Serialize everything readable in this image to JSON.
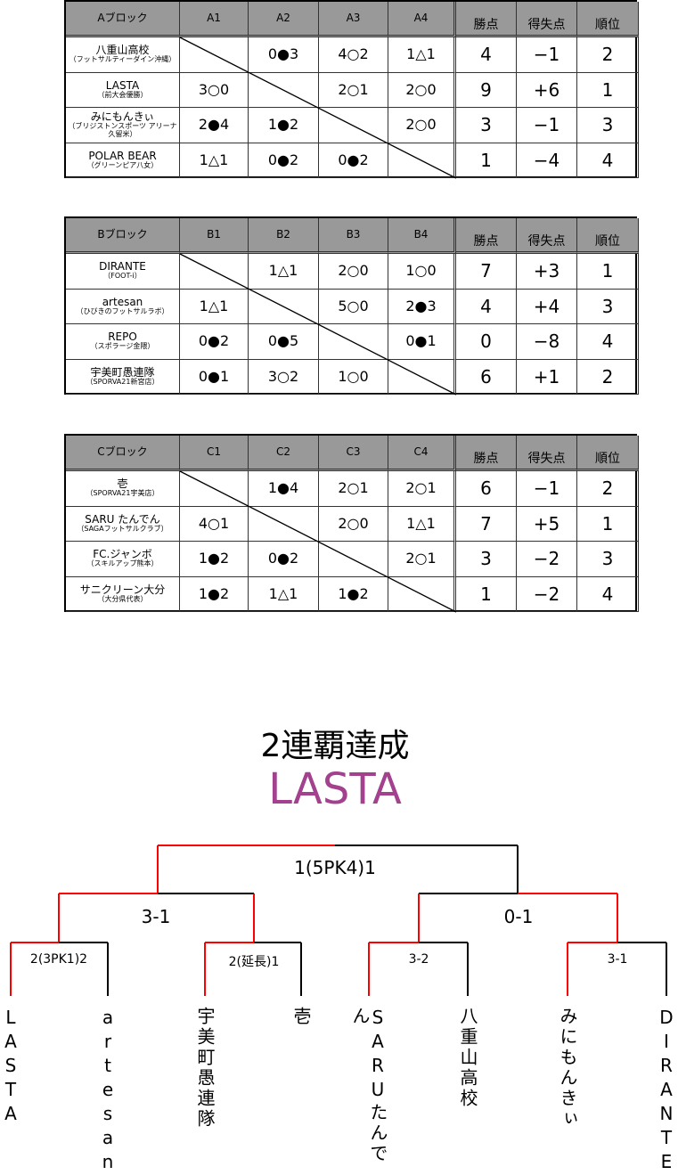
{
  "blocks": [
    {
      "name": "Aブロック",
      "cols": [
        "A1",
        "A2",
        "A3",
        "A4"
      ],
      "stat_headers": [
        "勝点",
        "得失点",
        "順位"
      ],
      "teams": [
        {
          "name": "八重山高校",
          "sub": "（フットサルティーダイン沖縄）",
          "results": [
            "",
            "0●3",
            "4○2",
            "1△1"
          ],
          "points": "4",
          "diff": "−1",
          "rank": "2"
        },
        {
          "name": "LASTA",
          "sub": "（前大会優勝）",
          "results": [
            "3○0",
            "",
            "2○1",
            "2○0"
          ],
          "points": "9",
          "diff": "+6",
          "rank": "1"
        },
        {
          "name": "みにもんきぃ",
          "sub": "（ブリジストンスポーツ アリーナ久留米）",
          "results": [
            "2●4",
            "1●2",
            "",
            "2○0"
          ],
          "points": "3",
          "diff": "−1",
          "rank": "3"
        },
        {
          "name": "POLAR BEAR",
          "sub": "（グリーンピア八女）",
          "results": [
            "1△1",
            "0●2",
            "0●2",
            ""
          ],
          "points": "1",
          "diff": "−4",
          "rank": "4"
        }
      ]
    },
    {
      "name": "Bブロック",
      "cols": [
        "B1",
        "B2",
        "B3",
        "B4"
      ],
      "stat_headers": [
        "勝点",
        "得失点",
        "順位"
      ],
      "teams": [
        {
          "name": "DIRANTE",
          "sub": "（FOOT-i）",
          "results": [
            "",
            "1△1",
            "2○0",
            "1○0"
          ],
          "points": "7",
          "diff": "+3",
          "rank": "1"
        },
        {
          "name": "artesan",
          "sub": "（ひびきのフットサルラボ）",
          "results": [
            "1△1",
            "",
            "5○0",
            "2●3"
          ],
          "points": "4",
          "diff": "+4",
          "rank": "3"
        },
        {
          "name": "REPO",
          "sub": "（スポラージ金隈）",
          "results": [
            "0●2",
            "0●5",
            "",
            "0●1"
          ],
          "points": "0",
          "diff": "−8",
          "rank": "4"
        },
        {
          "name": "宇美町愚連隊",
          "sub": "（SPORVA21新宮店）",
          "results": [
            "0●1",
            "3○2",
            "1○0",
            ""
          ],
          "points": "6",
          "diff": "+1",
          "rank": "2"
        }
      ]
    },
    {
      "name": "Cブロック",
      "cols": [
        "C1",
        "C2",
        "C3",
        "C4"
      ],
      "stat_headers": [
        "勝点",
        "得失点",
        "順位"
      ],
      "teams": [
        {
          "name": "壱",
          "sub": "（SPORVA21宇美店）",
          "results": [
            "",
            "1●4",
            "2○1",
            "2○1"
          ],
          "points": "6",
          "diff": "−1",
          "rank": "2"
        },
        {
          "name": "SARU たんでん",
          "sub": "（SAGAフットサルクラブ）",
          "results": [
            "4○1",
            "",
            "2○0",
            "1△1"
          ],
          "points": "7",
          "diff": "+5",
          "rank": "1"
        },
        {
          "name": "FC.ジャンボ",
          "sub": "（スキルアップ熊本）",
          "results": [
            "1●2",
            "0●2",
            "",
            "2○1"
          ],
          "points": "3",
          "diff": "−2",
          "rank": "3"
        },
        {
          "name": "サニクリーン大分",
          "sub": "（大分県代表）",
          "results": [
            "1●2",
            "1△1",
            "1●2",
            ""
          ],
          "points": "1",
          "diff": "−2",
          "rank": "4"
        }
      ]
    }
  ],
  "bracket": {
    "headline": "2連覇達成",
    "champion": "LASTA",
    "champion_color": "#a3418f",
    "win_color": "#ff0000",
    "final": "1(5PK4)1",
    "semis": [
      "3-1",
      "0-1"
    ],
    "quarters": [
      "2(3PK1)2",
      "2(延長)1",
      "3-2",
      "3-1"
    ],
    "teams": [
      "LASTA",
      "artesan",
      "宇美町愚連隊",
      "壱",
      "SARUたんでん",
      "八重山高校",
      "みにもんきぃ",
      "DIRANTE"
    ]
  }
}
